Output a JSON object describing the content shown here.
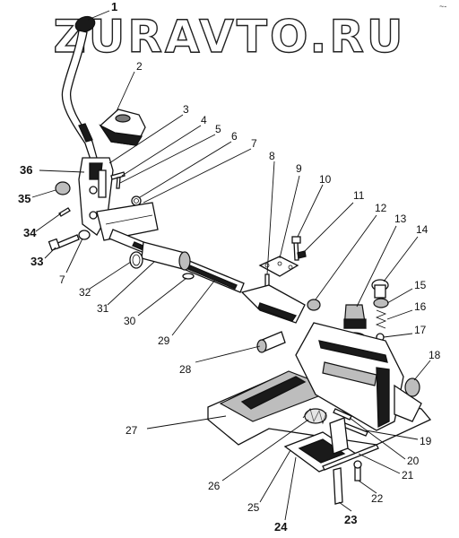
{
  "watermark": "ZURAVTO.RU",
  "corner_mark": "~-",
  "callouts": [
    {
      "label": "1",
      "bold": true
    },
    {
      "label": "2",
      "bold": false
    },
    {
      "label": "3",
      "bold": false
    },
    {
      "label": "4",
      "bold": false
    },
    {
      "label": "5",
      "bold": false
    },
    {
      "label": "6",
      "bold": false
    },
    {
      "label": "7",
      "bold": false
    },
    {
      "label": "8",
      "bold": false
    },
    {
      "label": "9",
      "bold": false
    },
    {
      "label": "10",
      "bold": false
    },
    {
      "label": "11",
      "bold": false
    },
    {
      "label": "12",
      "bold": false
    },
    {
      "label": "13",
      "bold": false
    },
    {
      "label": "14",
      "bold": false
    },
    {
      "label": "15",
      "bold": false
    },
    {
      "label": "16",
      "bold": false
    },
    {
      "label": "17",
      "bold": false
    },
    {
      "label": "18",
      "bold": false
    },
    {
      "label": "19",
      "bold": false
    },
    {
      "label": "20",
      "bold": false
    },
    {
      "label": "21",
      "bold": false
    },
    {
      "label": "22",
      "bold": false
    },
    {
      "label": "23",
      "bold": true
    },
    {
      "label": "24",
      "bold": true
    },
    {
      "label": "25",
      "bold": false
    },
    {
      "label": "26",
      "bold": false
    },
    {
      "label": "27",
      "bold": false
    },
    {
      "label": "28",
      "bold": false
    },
    {
      "label": "29",
      "bold": false
    },
    {
      "label": "30",
      "bold": false
    },
    {
      "label": "31",
      "bold": false
    },
    {
      "label": "32",
      "bold": false
    },
    {
      "label": "33",
      "bold": true
    },
    {
      "label": "7",
      "bold": false
    },
    {
      "label": "34",
      "bold": true
    },
    {
      "label": "35",
      "bold": true
    },
    {
      "label": "36",
      "bold": true
    }
  ]
}
